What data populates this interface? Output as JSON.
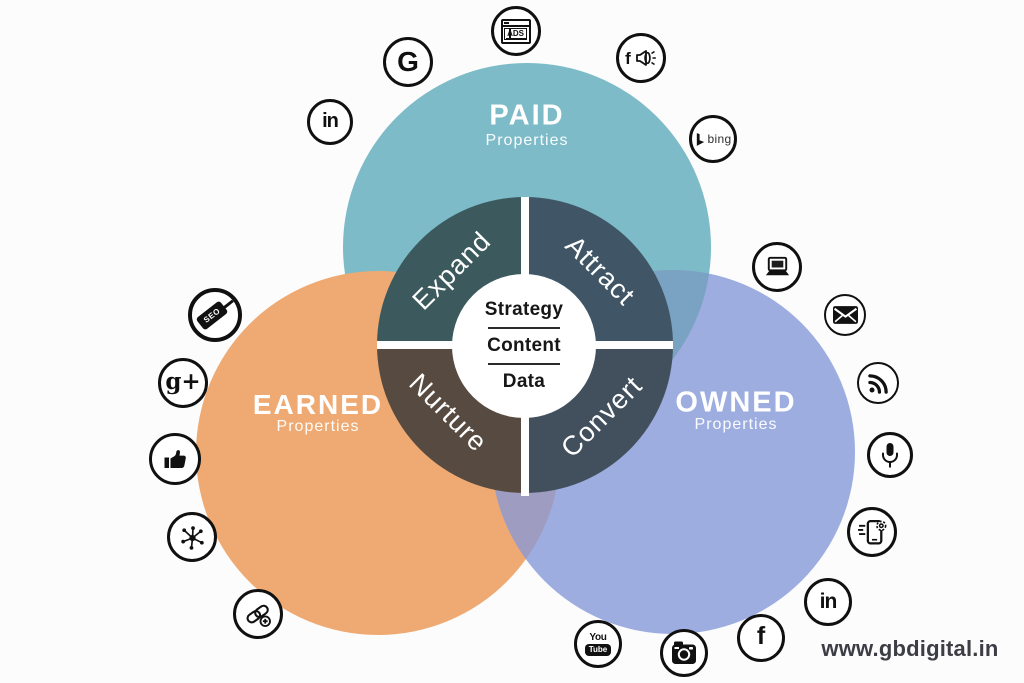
{
  "diagram": {
    "paid": {
      "label": "PAID",
      "sublabel": "Properties",
      "color": "#7cbbc7"
    },
    "earned": {
      "label": "EARNED",
      "sublabel": "Properties",
      "color": "#eeaa72"
    },
    "owned": {
      "label": "OWNED",
      "sublabel": "Properties",
      "color": "#9dade0"
    },
    "overlaps": {
      "paid_owned": "#7aa2c3",
      "earned_owned": "#9f9cc1"
    },
    "quadrants": {
      "expand": {
        "label": "Expand",
        "color": "#3c5a5d"
      },
      "attract": {
        "label": "Attract",
        "color": "#405666"
      },
      "nurture": {
        "label": "Nurture",
        "color": "#574a40"
      },
      "convert": {
        "label": "Convert",
        "color": "#42505e"
      }
    },
    "center": {
      "line1": "Strategy",
      "line2": "Content",
      "line3": "Data"
    }
  },
  "icons": {
    "linkedin_top": {
      "name": "linkedin-icon",
      "text": "in"
    },
    "google": {
      "name": "google-icon",
      "text": "G"
    },
    "ads": {
      "name": "ads-browser-icon",
      "text": "ADS"
    },
    "facebook_ads": {
      "name": "facebook-ads-icon",
      "text": "f"
    },
    "bing": {
      "name": "bing-icon",
      "text": "bing"
    },
    "seo": {
      "name": "seo-tag-icon",
      "text": "SEO"
    },
    "google_plus": {
      "name": "google-plus-icon",
      "text": "g+"
    },
    "thumbs_up": {
      "name": "thumbs-up-icon"
    },
    "share": {
      "name": "share-network-icon"
    },
    "link_building": {
      "name": "link-building-icon"
    },
    "laptop": {
      "name": "laptop-icon"
    },
    "email": {
      "name": "email-icon"
    },
    "rss": {
      "name": "rss-icon"
    },
    "microphone": {
      "name": "microphone-icon"
    },
    "mobile": {
      "name": "mobile-gear-icon"
    },
    "linkedin_right": {
      "name": "linkedin-icon",
      "text": "in"
    },
    "facebook_right": {
      "name": "facebook-icon",
      "text": "f"
    },
    "instagram": {
      "name": "instagram-icon"
    },
    "youtube": {
      "name": "youtube-icon",
      "text_top": "You",
      "text_bottom": "Tube"
    }
  },
  "watermark": "www.gbdigital.in"
}
